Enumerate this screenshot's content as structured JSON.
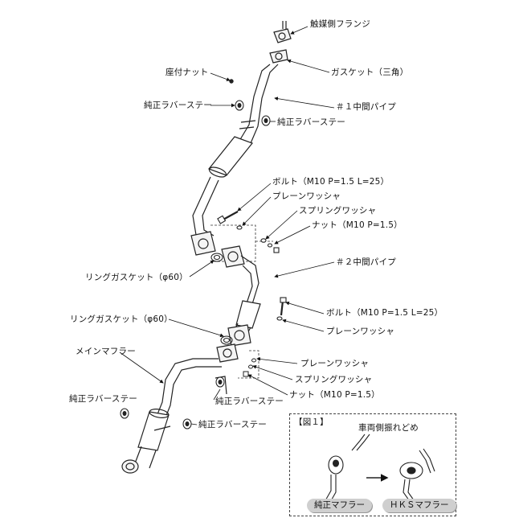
{
  "labels": {
    "catalyst_flange": "触媒側フランジ",
    "gasket_triangle": "ガスケット（三角）",
    "seat_nut": "座付ナット",
    "mid_pipe_1": "＃１中間パイプ",
    "oem_rubber_stay_1": "純正ラバーステー",
    "oem_rubber_stay_2": "純正ラバーステー",
    "bolt_upper": "ボルト（M10 P=1.5 L=25）",
    "plain_washer_upper": "プレーンワッシャ",
    "spring_washer_upper": "スプリングワッシャ",
    "nut_upper": "ナット（M10 P=1.5）",
    "mid_pipe_2": "＃２中間パイプ",
    "ring_gasket_upper": "リングガスケット（φ60）",
    "bolt_lower": "ボルト（M10 P=1.5 L=25）",
    "ring_gasket_lower": "リングガスケット（φ60）",
    "plain_washer_mid": "プレーンワッシャ",
    "main_muffler": "メインマフラー",
    "plain_washer_lower": "プレーンワッシャ",
    "spring_washer_lower": "スプリングワッシャ",
    "nut_lower": "ナット（M10 P=1.5）",
    "oem_rubber_stay_3": "純正ラバーステー",
    "oem_rubber_stay_4": "純正ラバーステー",
    "oem_rubber_stay_5": "純正ラバーステー"
  },
  "inset": {
    "title": "【図１】",
    "vehicle_side_hanger": "車両側振れどめ",
    "oem_muffler": "純正マフラー",
    "hks_muffler": "ＨＫＳマフラー"
  }
}
